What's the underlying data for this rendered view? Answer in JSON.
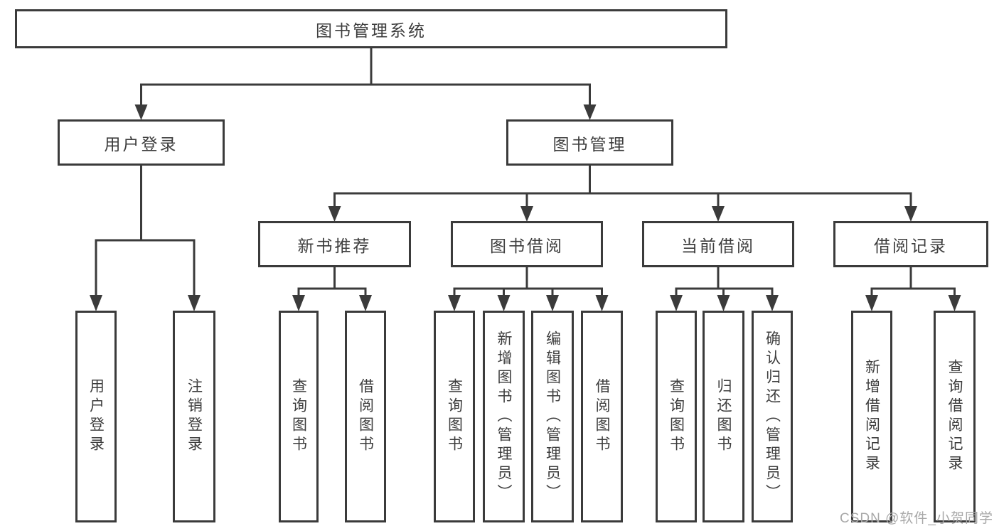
{
  "tree": {
    "root": "图书管理系统",
    "branches": [
      {
        "label": "用户登录",
        "children": [
          {
            "label": "用户登录"
          },
          {
            "label": "注销登录"
          }
        ]
      },
      {
        "label": "图书管理",
        "groups": [
          {
            "label": "新书推荐",
            "children": [
              {
                "label": "查询图书"
              },
              {
                "label": "借阅图书"
              }
            ]
          },
          {
            "label": "图书借阅",
            "children": [
              {
                "label": "查询图书"
              },
              {
                "label": "新增图书（管理员）"
              },
              {
                "label": "编辑图书（管理员）"
              },
              {
                "label": "借阅图书"
              }
            ]
          },
          {
            "label": "当前借阅",
            "children": [
              {
                "label": "查询图书"
              },
              {
                "label": "归还图书"
              },
              {
                "label": "确认归还（管理员）"
              }
            ]
          },
          {
            "label": "借阅记录",
            "children": [
              {
                "label": "新增借阅记录"
              },
              {
                "label": "查询借阅记录"
              }
            ]
          }
        ]
      }
    ]
  },
  "watermark": "CSDN @软件_小贺同学",
  "colors": {
    "line": "#3b3b3b",
    "text": "#3d3d3d",
    "watermark": "#a8a8a8",
    "background": "#ffffff"
  }
}
